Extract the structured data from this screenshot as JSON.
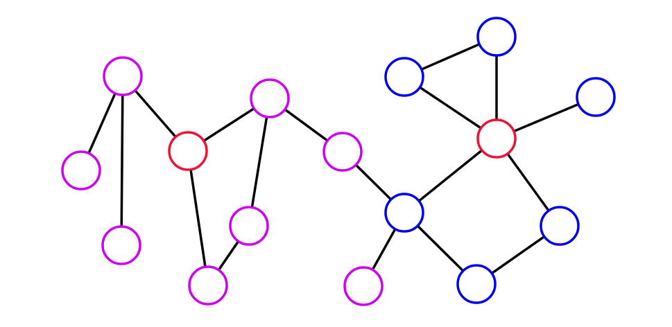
{
  "colors": {
    "background": "#ffffff",
    "edge": "#000000",
    "purple": "#cc00ee",
    "red": "#ee1133",
    "blue": "#0000ee"
  },
  "nodes": [
    {
      "id": "n1",
      "color": "purple"
    },
    {
      "id": "n2",
      "color": "purple"
    },
    {
      "id": "n3",
      "color": "purple"
    },
    {
      "id": "n4",
      "color": "red"
    },
    {
      "id": "n5",
      "color": "purple"
    },
    {
      "id": "n6",
      "color": "purple"
    },
    {
      "id": "n7",
      "color": "purple"
    },
    {
      "id": "n8",
      "color": "purple"
    },
    {
      "id": "n9",
      "color": "blue"
    },
    {
      "id": "n10",
      "color": "purple"
    },
    {
      "id": "n11",
      "color": "blue"
    },
    {
      "id": "n12",
      "color": "blue"
    },
    {
      "id": "n13",
      "color": "blue"
    },
    {
      "id": "n14",
      "color": "blue"
    },
    {
      "id": "n15",
      "color": "red"
    },
    {
      "id": "n16",
      "color": "blue"
    }
  ],
  "edges": [
    [
      "n1",
      "n2"
    ],
    [
      "n1",
      "n3"
    ],
    [
      "n1",
      "n4"
    ],
    [
      "n4",
      "n5"
    ],
    [
      "n4",
      "n7"
    ],
    [
      "n5",
      "n6"
    ],
    [
      "n6",
      "n7"
    ],
    [
      "n5",
      "n8"
    ],
    [
      "n8",
      "n9"
    ],
    [
      "n9",
      "n10"
    ],
    [
      "n9",
      "n11"
    ],
    [
      "n11",
      "n12"
    ],
    [
      "n12",
      "n15"
    ],
    [
      "n9",
      "n15"
    ],
    [
      "n13",
      "n14"
    ],
    [
      "n13",
      "n15"
    ],
    [
      "n14",
      "n15"
    ],
    [
      "n15",
      "n16"
    ]
  ]
}
